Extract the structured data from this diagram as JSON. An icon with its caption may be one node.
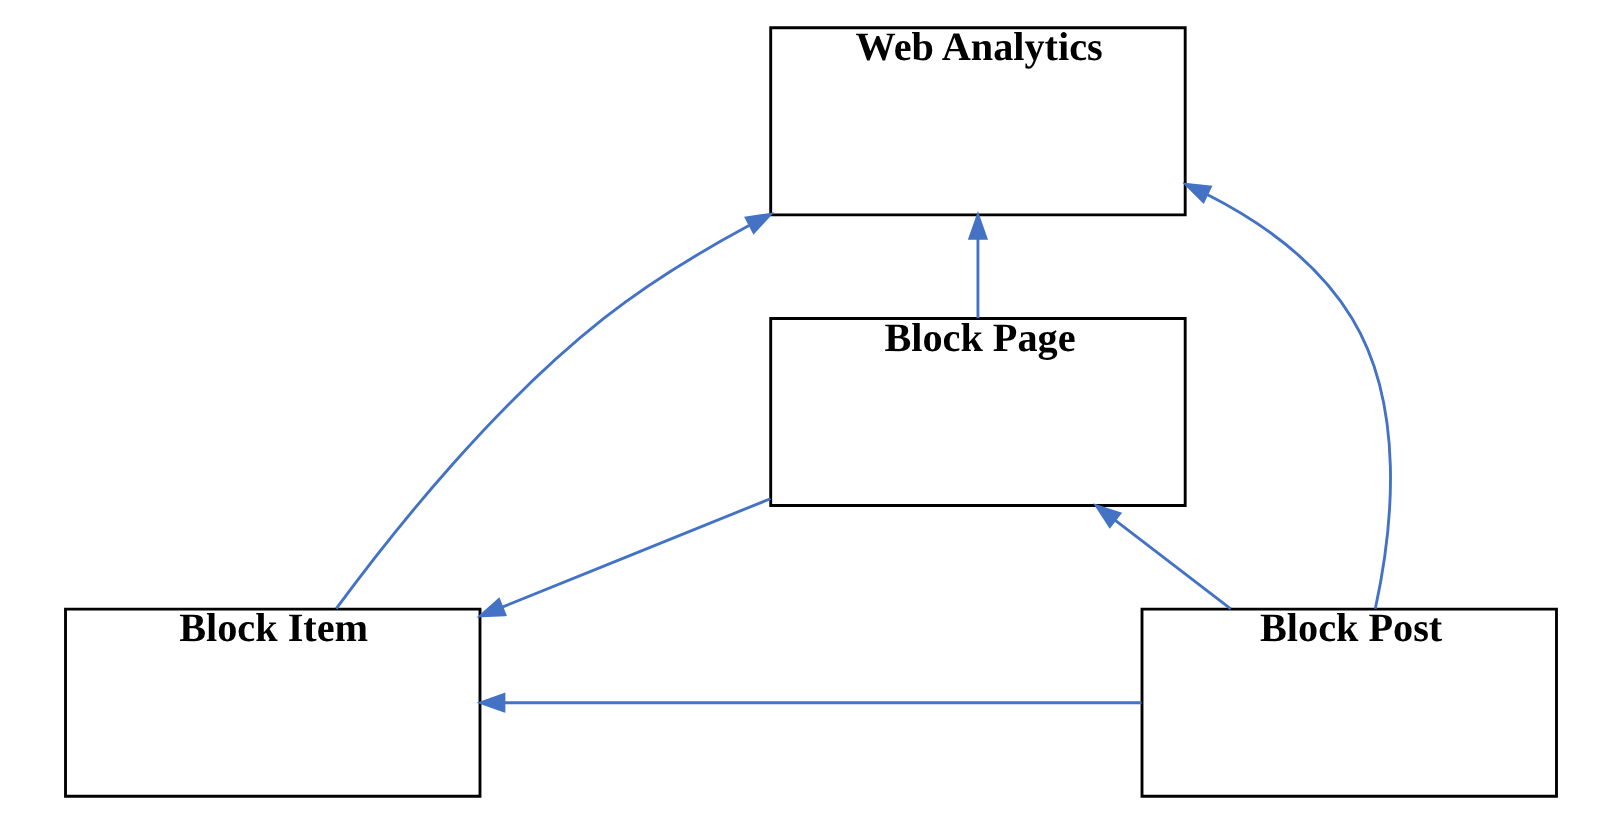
{
  "diagram": {
    "nodes": [
      {
        "text": [
          "Web Analytics"
        ]
      },
      {
        "text": [
          "Block Page"
        ]
      },
      {
        "text": [
          "Block Post"
        ]
      },
      {
        "text": [
          "Block Item"
        ]
      }
    ],
    "edges": [
      {
        "from": 2,
        "to": 0,
        "arrow": "to"
      },
      {
        "from": 1,
        "to": 0,
        "arrow": "to"
      },
      {
        "from": 3,
        "to": 0,
        "arrow": "to"
      },
      {
        "from": 1,
        "to": 3,
        "arrow": "to"
      },
      {
        "from": 2,
        "to": 1,
        "arrow": "to"
      },
      {
        "from": 2,
        "to": 3,
        "arrow": "to"
      }
    ]
  }
}
